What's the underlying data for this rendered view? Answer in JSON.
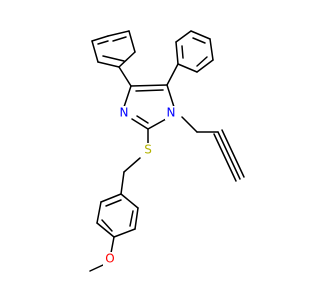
{
  "colors": {
    "bond": "#000000",
    "background": "#ffffff",
    "nitrogen": "#0000ff",
    "sulfur": "#b3b300",
    "oxygen": "#ff0000"
  },
  "atoms": {
    "n_ring_left": "N",
    "n_ring_right": "N",
    "sulfur": "S",
    "oxygen": "O"
  }
}
